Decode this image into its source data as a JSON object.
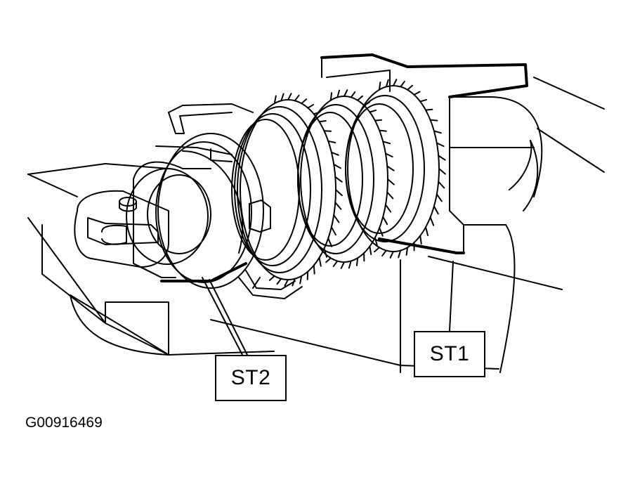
{
  "callouts": {
    "st1": "ST1",
    "st2": "ST2"
  },
  "figure_id": "G00916469",
  "colors": {
    "line": "#000000",
    "background": "#ffffff"
  }
}
